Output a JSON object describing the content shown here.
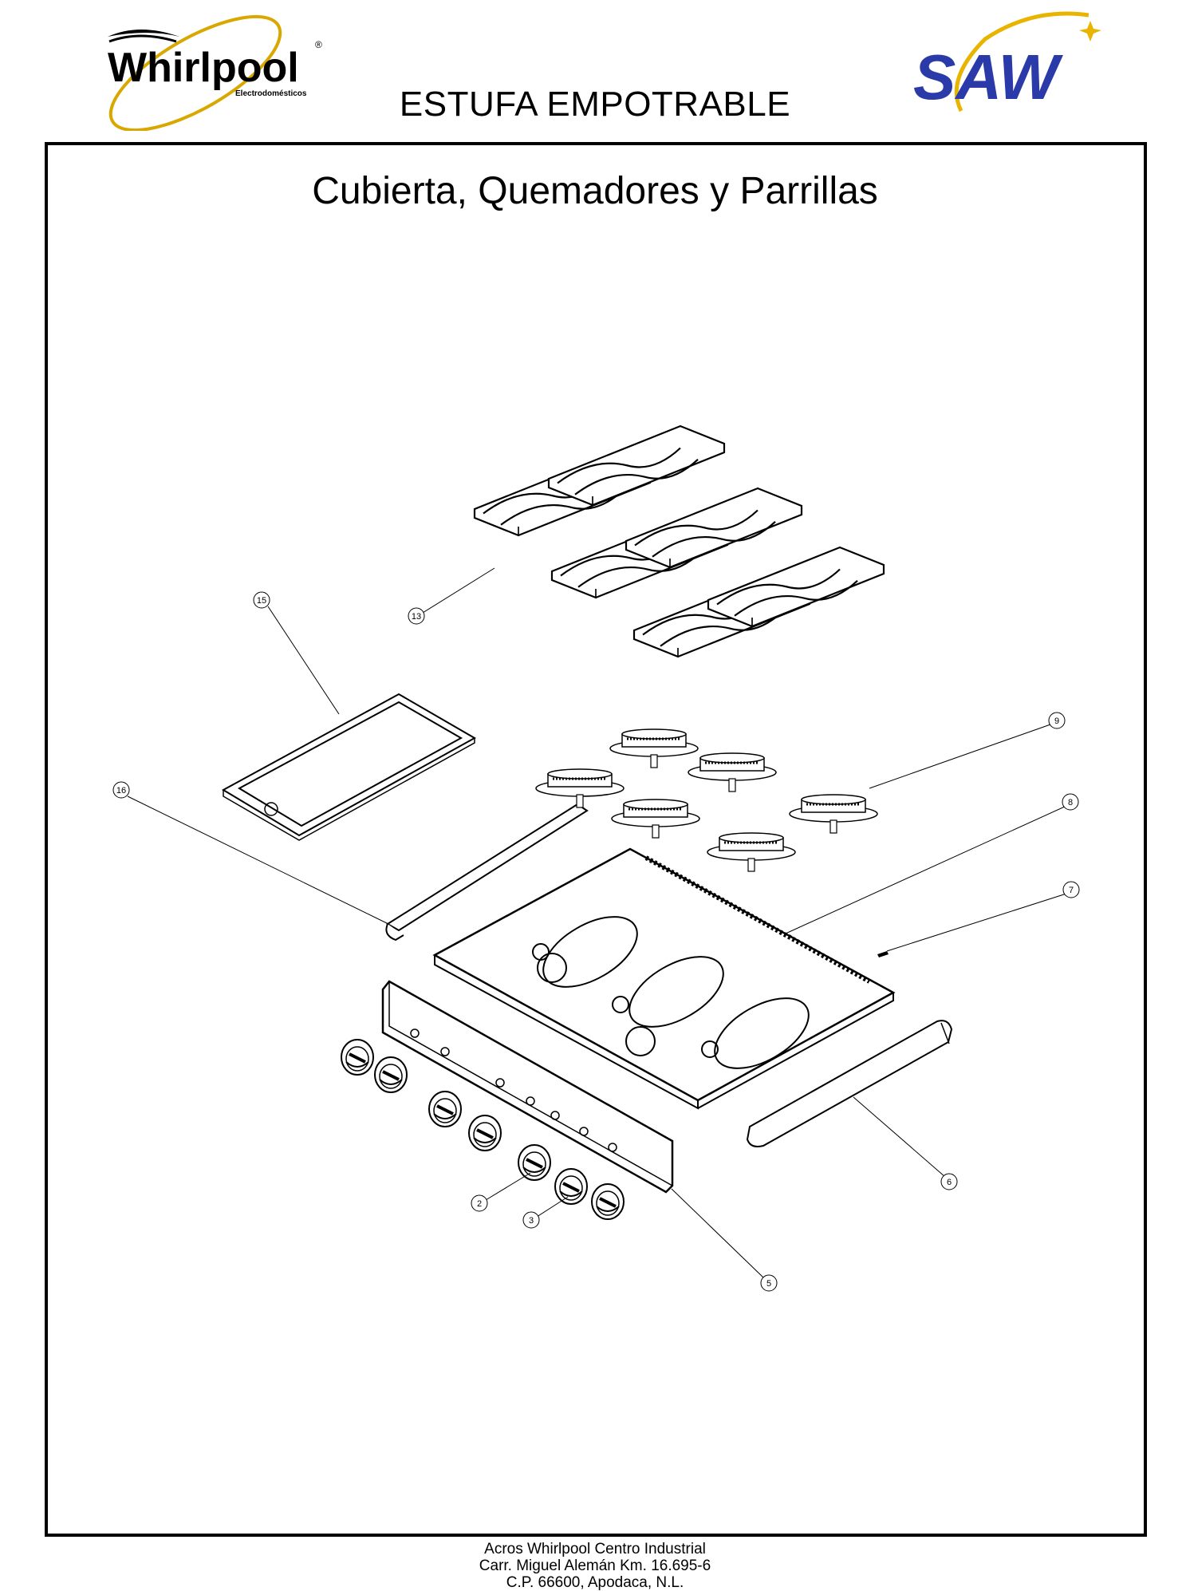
{
  "header": {
    "title": "ESTUFA EMPOTRABLE",
    "logo_left": {
      "brand": "Whirlpool",
      "sub": "Electrodomésticos",
      "mark": "®",
      "icon": "whirlpool-logo-icon"
    },
    "logo_right": {
      "brand": "SAW",
      "icon": "saw-logo-icon"
    }
  },
  "section": {
    "title": "Cubierta, Quemadores y Parrillas"
  },
  "callouts": {
    "c15": "15",
    "c13": "13",
    "c16": "16",
    "c9": "9",
    "c8": "8",
    "c7": "7",
    "c6": "6",
    "c2": "2",
    "c3": "3",
    "c5": "5"
  },
  "footer": {
    "line1": "Acros Whirlpool Centro Industrial",
    "line2": "Carr. Miguel Alemán Km. 16.695-6",
    "line3": "C.P. 66600, Apodaca, N.L."
  },
  "colors": {
    "saw_blue": "#2a3aa8",
    "saw_gold": "#e8b400",
    "whirlpool_gold": "#d9a800"
  }
}
